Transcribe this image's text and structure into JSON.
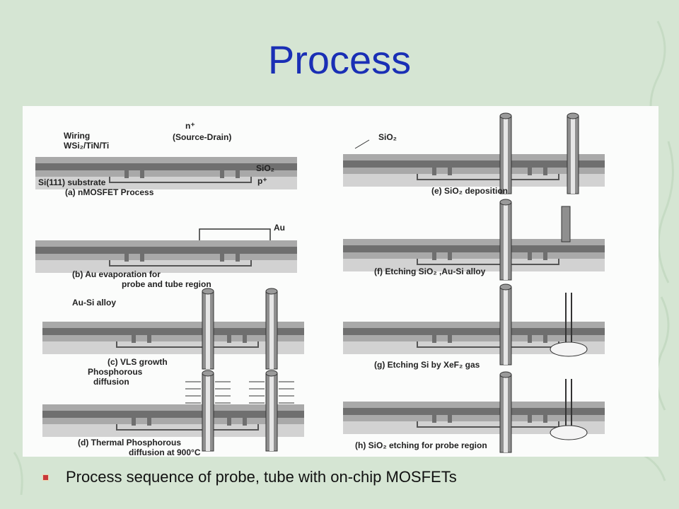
{
  "slide": {
    "title": "Process",
    "bullet": "Process sequence of probe, tube with on-chip MOSFETs"
  },
  "figure": {
    "panels": {
      "a": {
        "caption": "(a) nMOSFET Process",
        "labels": {
          "wiring": "Wiring",
          "wsi": "WSi₂/TiN/Ti",
          "nplus": "n⁺",
          "source_drain": "(Source-Drain)",
          "sio2": "SiO₂",
          "pplus": "p⁺",
          "substrate": "Si(111) substrate"
        }
      },
      "b": {
        "caption_line1": "(b) Au evaporation for",
        "caption_line2": "probe and tube region",
        "labels": {
          "au": "Au"
        }
      },
      "c": {
        "caption": "(c) VLS growth",
        "labels": {
          "au_si_alloy": "Au-Si alloy"
        }
      },
      "d": {
        "caption_line1": "(d) Thermal Phosphorous",
        "caption_line2": "diffusion at 900°C",
        "labels": {
          "phos_line1": "Phosphorous",
          "phos_line2": "diffusion"
        }
      },
      "e": {
        "caption": "(e) SiO₂ deposition",
        "labels": {
          "sio2": "SiO₂"
        }
      },
      "f": {
        "caption": "(f) Etching SiO₂ ,Au-Si alloy"
      },
      "g": {
        "caption": "(g) Etching Si by XeF₂ gas"
      },
      "h": {
        "caption": "(h) SiO₂ etching for probe region"
      }
    }
  },
  "colors": {
    "title": "#1a2fb5",
    "background": "#d5e5d3",
    "bullet_marker": "#c8383a",
    "layer_dark": "#6f6f6f",
    "layer_mid": "#a9a9a9",
    "layer_light": "#d2d2d2"
  }
}
